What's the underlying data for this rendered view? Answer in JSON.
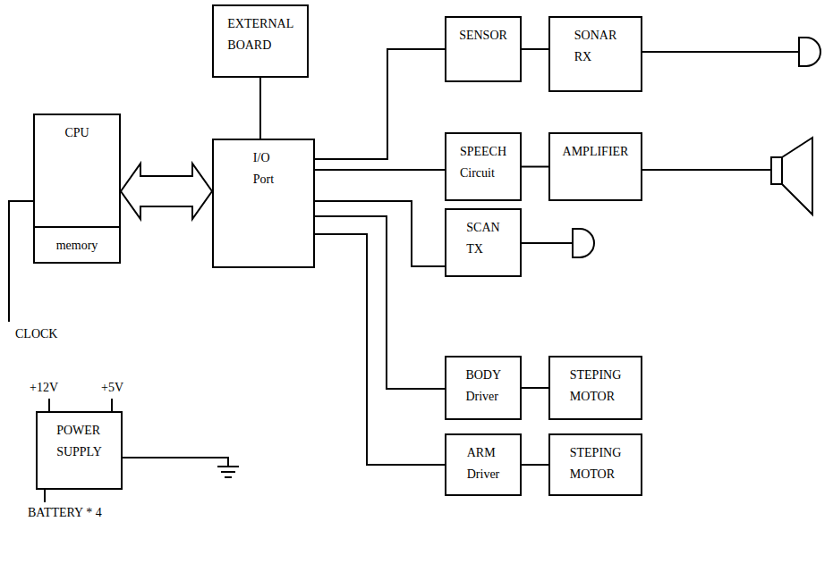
{
  "diagram": {
    "nodes": [
      {
        "text": [
          "EXTERNAL BOARD"
        ]
      },
      {
        "text": [
          "CPU"
        ]
      },
      {
        "text": [
          "memory"
        ],
        "in": 1
      },
      {
        "text": [
          "I/O Port"
        ]
      },
      {
        "text": [
          "SENSOR"
        ]
      },
      {
        "text": [
          "SONAR RX"
        ]
      },
      {
        "text": [
          "SPEECH Circuit"
        ]
      },
      {
        "text": [
          "AMPLIFIER"
        ]
      },
      {
        "text": [
          "SCAN TX"
        ]
      },
      {
        "text": [
          "BODY Driver"
        ]
      },
      {
        "text": [
          "STEPING MOTOR"
        ]
      },
      {
        "text": [
          "ARM Driver"
        ]
      },
      {
        "text": [
          "STEPING MOTOR"
        ]
      },
      {
        "text": [
          "POWER SUPPLY"
        ]
      }
    ],
    "edges": [
      {
        "from": 1,
        "to": 3,
        "arrow": "both"
      },
      {
        "from": 0,
        "to": 3,
        "arrow": "none"
      },
      {
        "from": 3,
        "to": 4,
        "arrow": "none"
      },
      {
        "from": 3,
        "to": 6,
        "arrow": "none"
      },
      {
        "from": 3,
        "to": 8,
        "arrow": "none"
      },
      {
        "from": 3,
        "to": 9,
        "arrow": "none"
      },
      {
        "from": 3,
        "to": 11,
        "arrow": "none"
      },
      {
        "from": 4,
        "to": 5,
        "arrow": "none"
      },
      {
        "from": 6,
        "to": 7,
        "arrow": "none"
      },
      {
        "from": 9,
        "to": 10,
        "arrow": "none"
      },
      {
        "from": 11,
        "to": 12,
        "arrow": "none"
      }
    ],
    "labels": [
      "CLOCK",
      "+12V",
      "+5V",
      "BATTERY * 4"
    ]
  }
}
